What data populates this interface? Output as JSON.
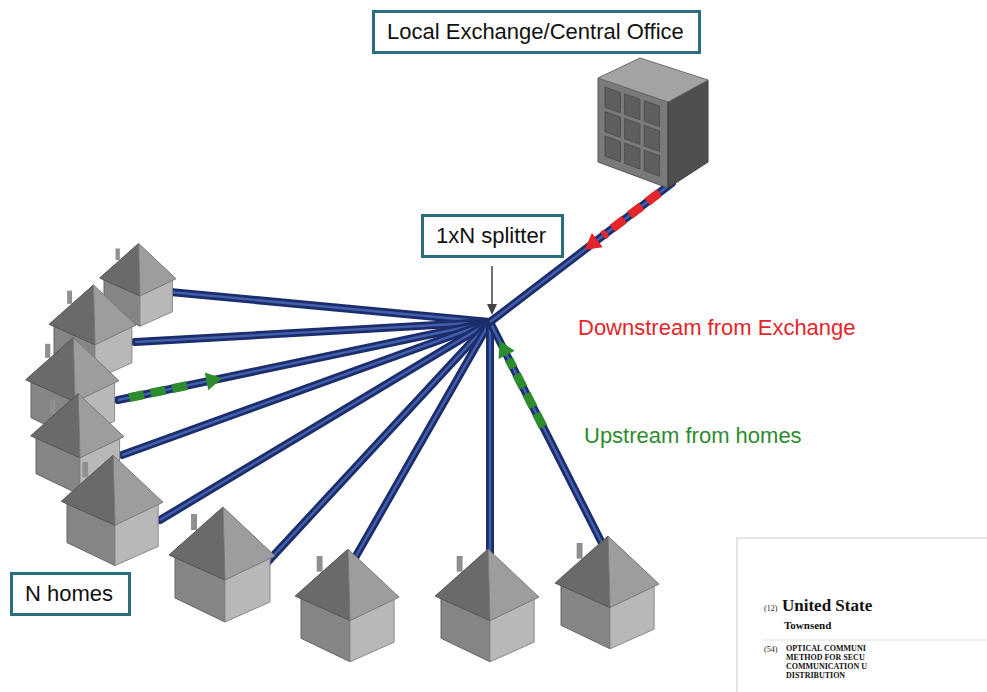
{
  "diagram": {
    "nodes": [
      {
        "text": [
          "Local Exchange/Central Office"
        ]
      },
      {
        "text": [
          "1xN splitter"
        ]
      },
      {
        "text": [
          "N homes"
        ]
      }
    ],
    "labels": [
      "Downstream from Exchange",
      "Upstream from homes",
      "(12)",
      "United State",
      "Townsend",
      "(54)",
      "OPTICAL COMMUNI",
      "METHOD FOR SECU",
      "COMMUNICATION U",
      "DISTRIBUTION"
    ]
  }
}
